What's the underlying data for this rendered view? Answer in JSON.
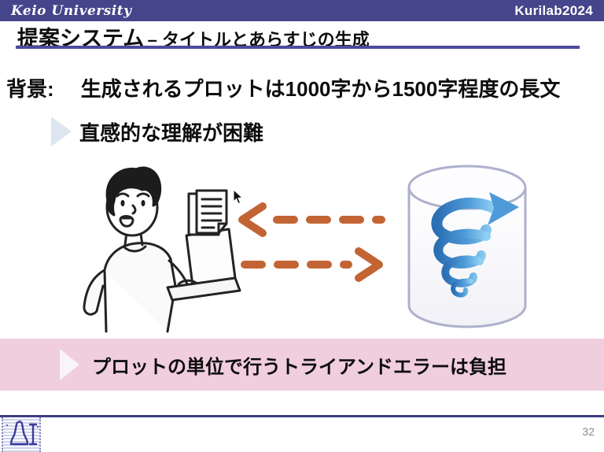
{
  "header": {
    "university": "Keio University",
    "lab": "Kurilab2024"
  },
  "title": {
    "main": "提案システム",
    "sub": "– タイトルとあらすじの生成"
  },
  "content": {
    "background_label": "背景:",
    "background_text": "生成されるプロットは1000字から1500字程度の長文",
    "bullet1": "直感的な理解が困難",
    "bullet2": "プロットの単位で行うトライアンドエラーは負担"
  },
  "illustration": {
    "person": "worried-person-holding-laptop",
    "documents": "stacked-document-pages",
    "database": "database-cylinder-with-blue-spiral-arrow",
    "arrow_top": "orange-dashed-arrow-pointing-left",
    "arrow_bottom": "orange-dashed-arrow-pointing-right",
    "cursor": "mouse-pointer"
  },
  "footer": {
    "page_number": "32"
  },
  "colors": {
    "header_bar": "#45458b",
    "title_underline": "#4c4ba0",
    "pink_band": "#f0cede",
    "bullet_triangle_blue": "#dce5f0",
    "bullet_triangle_white": "#f8f4f9",
    "arrow_orange": "#c26434",
    "spiral_blue_dark": "#2b6fb4",
    "spiral_blue_light": "#8ed0f2",
    "footer_line": "#3d3d85"
  }
}
